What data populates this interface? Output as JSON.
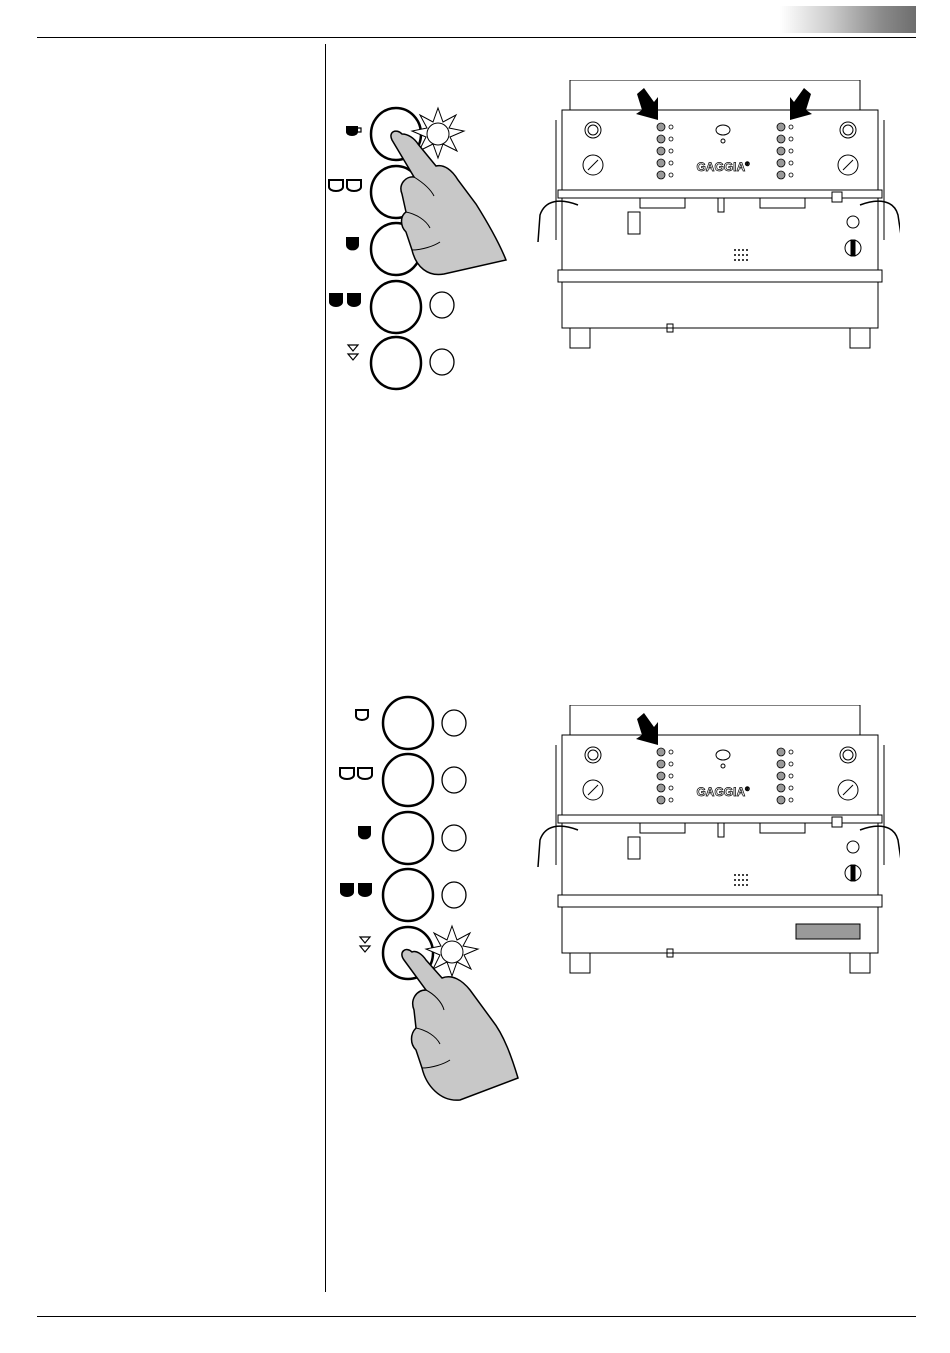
{
  "header": {
    "tab_color": "#777777"
  },
  "machine": {
    "brand": "GAGGIA",
    "trademark": "®"
  },
  "figures": [
    {
      "panel_buttons": [
        "single-short-coffee",
        "double-short-coffee",
        "single-long-coffee",
        "double-long-coffee",
        "continuous-delivery"
      ],
      "pressed_button": "single-short-coffee",
      "arrows": 2
    },
    {
      "panel_buttons": [
        "single-short-coffee",
        "double-short-coffee",
        "single-long-coffee",
        "double-long-coffee",
        "continuous-delivery"
      ],
      "pressed_button": "continuous-delivery",
      "arrows": 1
    }
  ]
}
